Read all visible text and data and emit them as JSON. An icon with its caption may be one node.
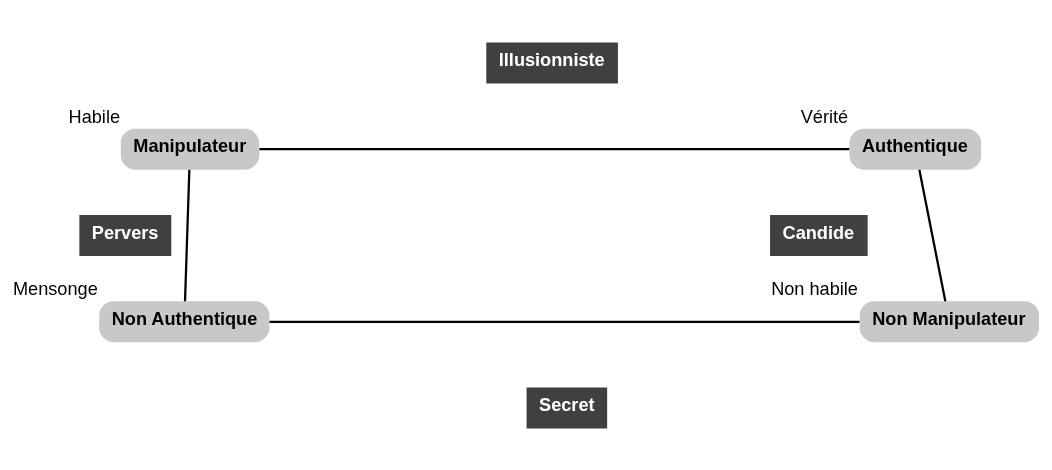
{
  "diagram": {
    "nodes": [
      {
        "text": [
          "Illusionniste"
        ]
      },
      {
        "text": [
          "Manipulateur"
        ],
        "beside": [
          "Habile"
        ]
      },
      {
        "text": [
          "Authentique"
        ],
        "beside": [
          "Vérité"
        ]
      },
      {
        "text": [
          "Pervers"
        ]
      },
      {
        "text": [
          "Candide"
        ]
      },
      {
        "text": [
          "Non Authentique"
        ],
        "beside": [
          "Mensonge"
        ]
      },
      {
        "text": [
          "Non Manipulateur"
        ],
        "beside": [
          "Non habile"
        ]
      },
      {
        "text": [
          "Secret"
        ]
      }
    ],
    "edges": [
      {
        "from": 1,
        "to": 2,
        "arrow": "none"
      },
      {
        "from": 1,
        "to": 5,
        "arrow": "none"
      },
      {
        "from": 2,
        "to": 6,
        "arrow": "none"
      },
      {
        "from": 5,
        "to": 6,
        "arrow": "none"
      }
    ]
  }
}
